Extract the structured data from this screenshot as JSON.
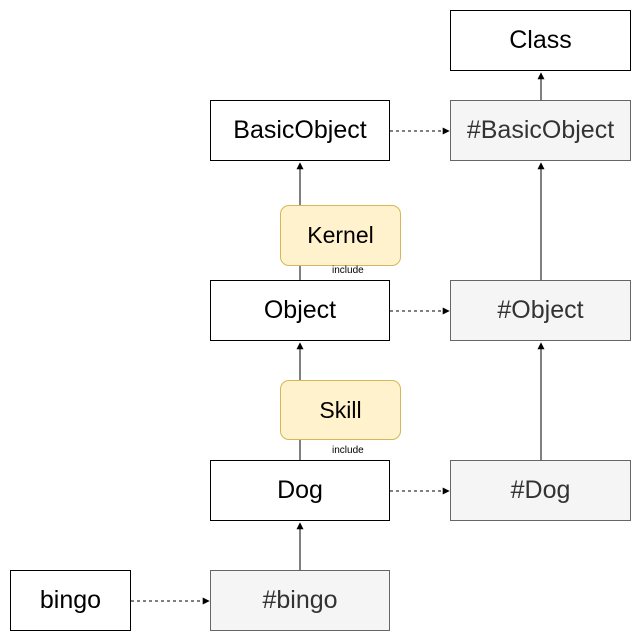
{
  "nodes": {
    "class": "Class",
    "basic_object": "BasicObject",
    "basic_object_singleton": "#BasicObject",
    "kernel": "Kernel",
    "object": "Object",
    "object_singleton": "#Object",
    "skill": "Skill",
    "dog": "Dog",
    "dog_singleton": "#Dog",
    "bingo": "bingo",
    "bingo_singleton": "#bingo"
  },
  "edge_labels": {
    "kernel_include": "include",
    "skill_include": "include"
  },
  "colors": {
    "line": "#000000",
    "module_fill": "#fff2cc",
    "module_stroke": "#d6b656",
    "singleton_fill": "#f5f5f5",
    "singleton_stroke": "#666666"
  }
}
